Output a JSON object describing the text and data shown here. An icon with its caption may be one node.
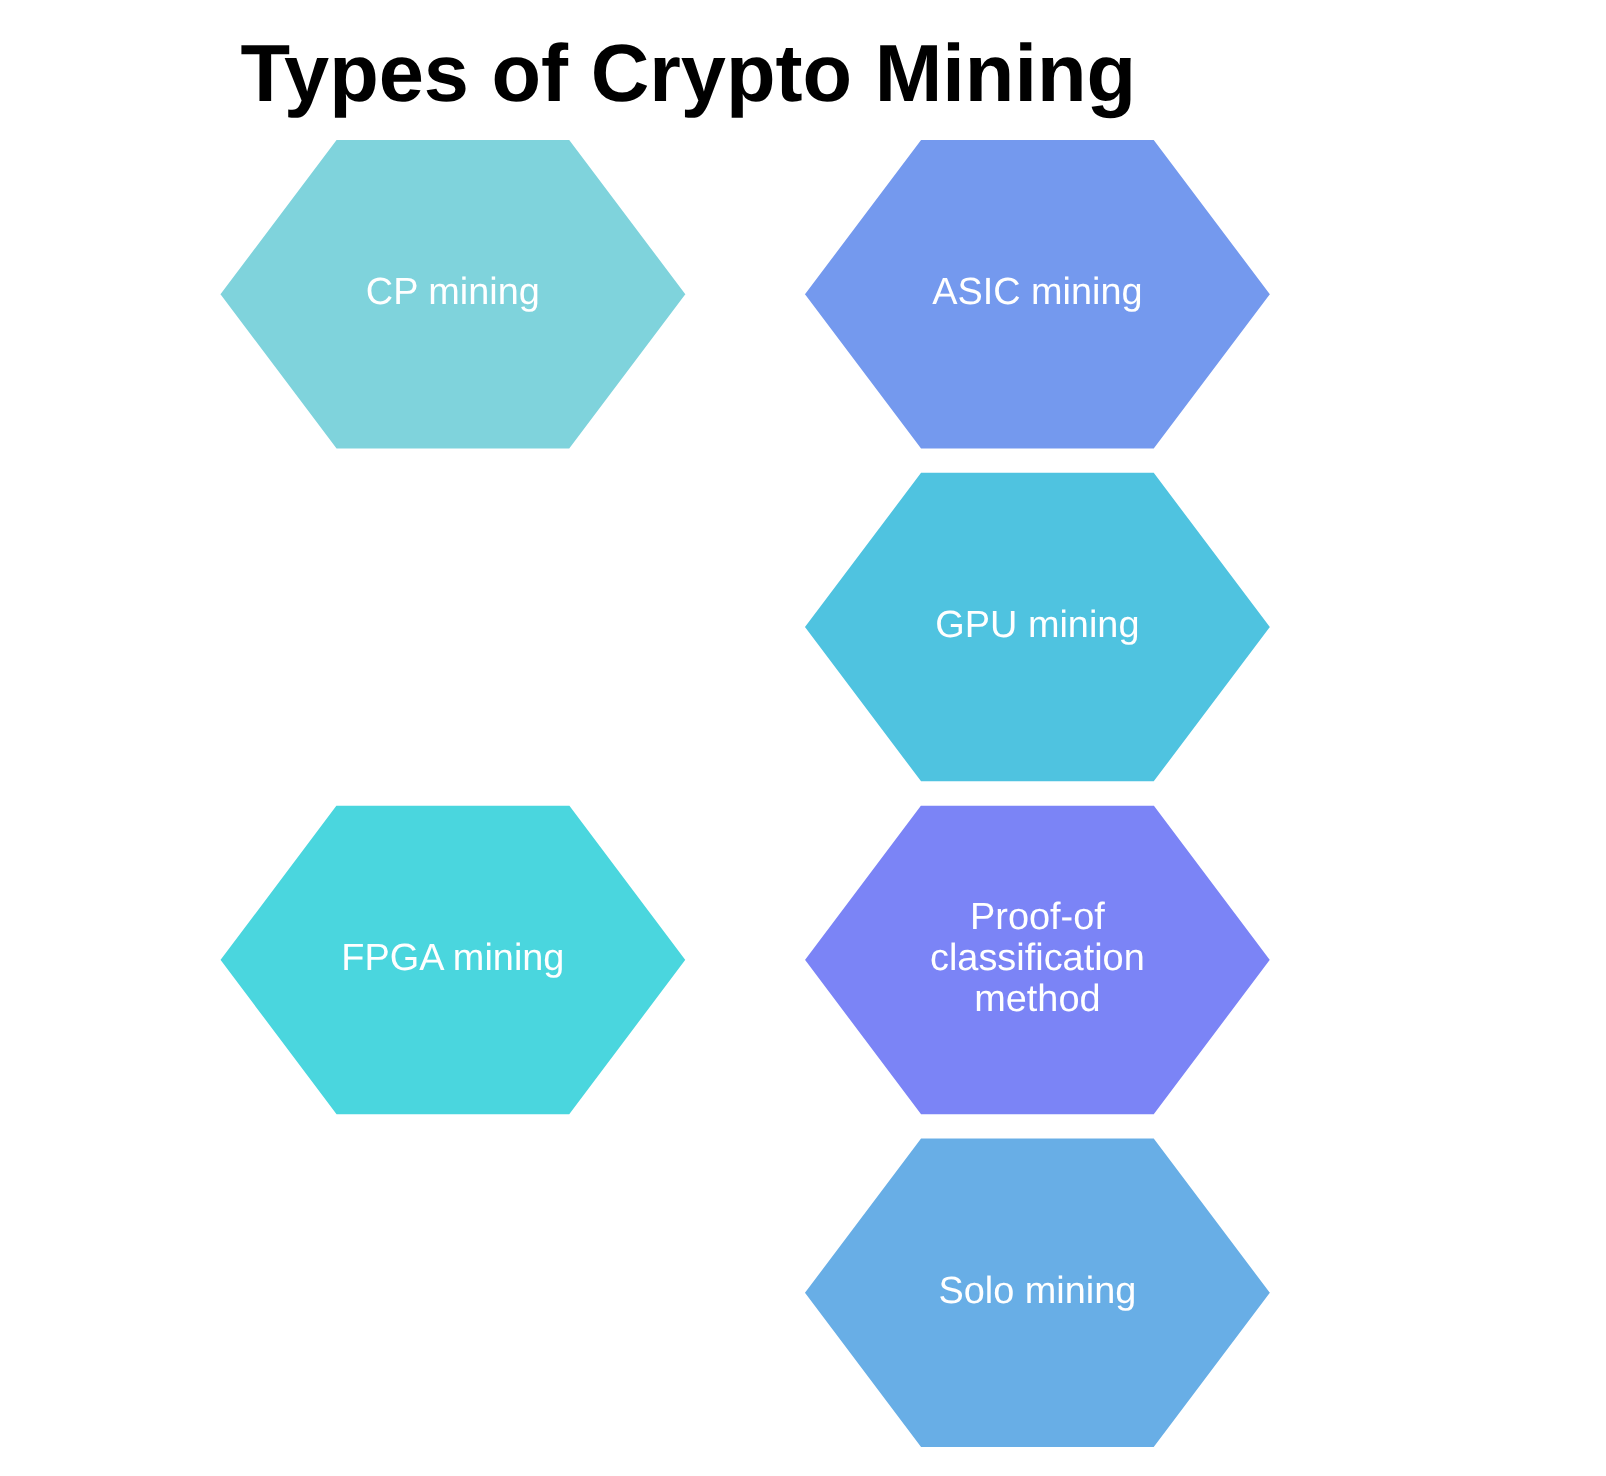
{
  "diagram": {
    "title": "Types of Crypto Mining",
    "nodes": [
      {
        "text": [
          "CP mining"
        ]
      },
      {
        "text": [
          "ASIC mining"
        ]
      },
      {
        "text": [
          "GPU mining"
        ]
      },
      {
        "text": [
          "FPGA mining"
        ]
      },
      {
        "text": [
          "Proof-of classification method"
        ]
      },
      {
        "text": [
          "Solo mining"
        ]
      }
    ],
    "edges": []
  }
}
